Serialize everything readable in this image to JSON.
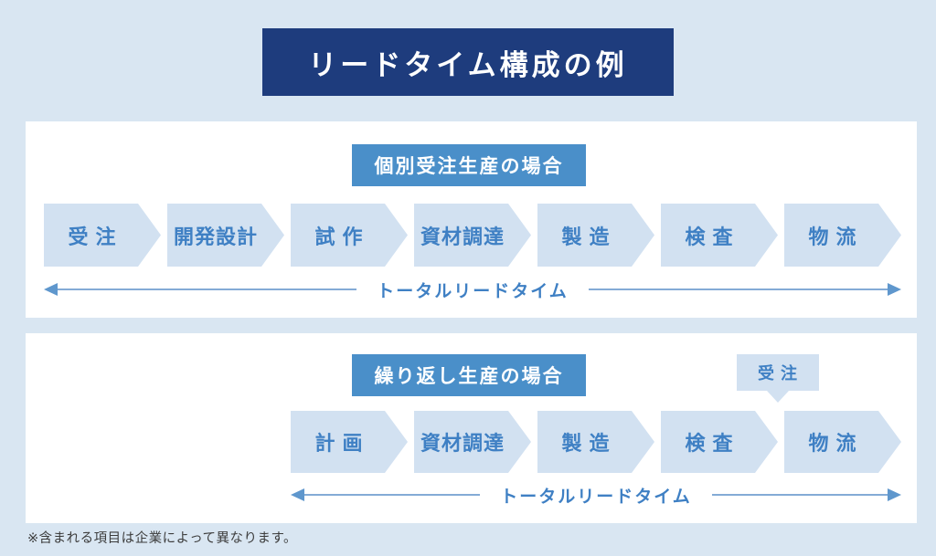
{
  "title": "リードタイム構成の例",
  "colors": {
    "page_background": "#d9e6f2",
    "title_banner": "#1e3c7d",
    "section_header": "#4a8fc9",
    "step_fill": "#d2e1f1",
    "blue_text": "#3f80c4",
    "leadtime_line": "#84abd6"
  },
  "panels": [
    {
      "header": "個別受注生産の場合",
      "steps": [
        "受 注",
        "開発設計",
        "試 作",
        "資材調達",
        "製 造",
        "検 査",
        "物 流"
      ],
      "total_label": "トータルリードタイム"
    },
    {
      "header": "繰り返し生産の場合",
      "callout": "受 注",
      "steps": [
        "計 画",
        "資材調達",
        "製 造",
        "検 査",
        "物 流"
      ],
      "total_label": "トータルリードタイム"
    }
  ],
  "footnote": "※含まれる項目は企業によって異なります。"
}
